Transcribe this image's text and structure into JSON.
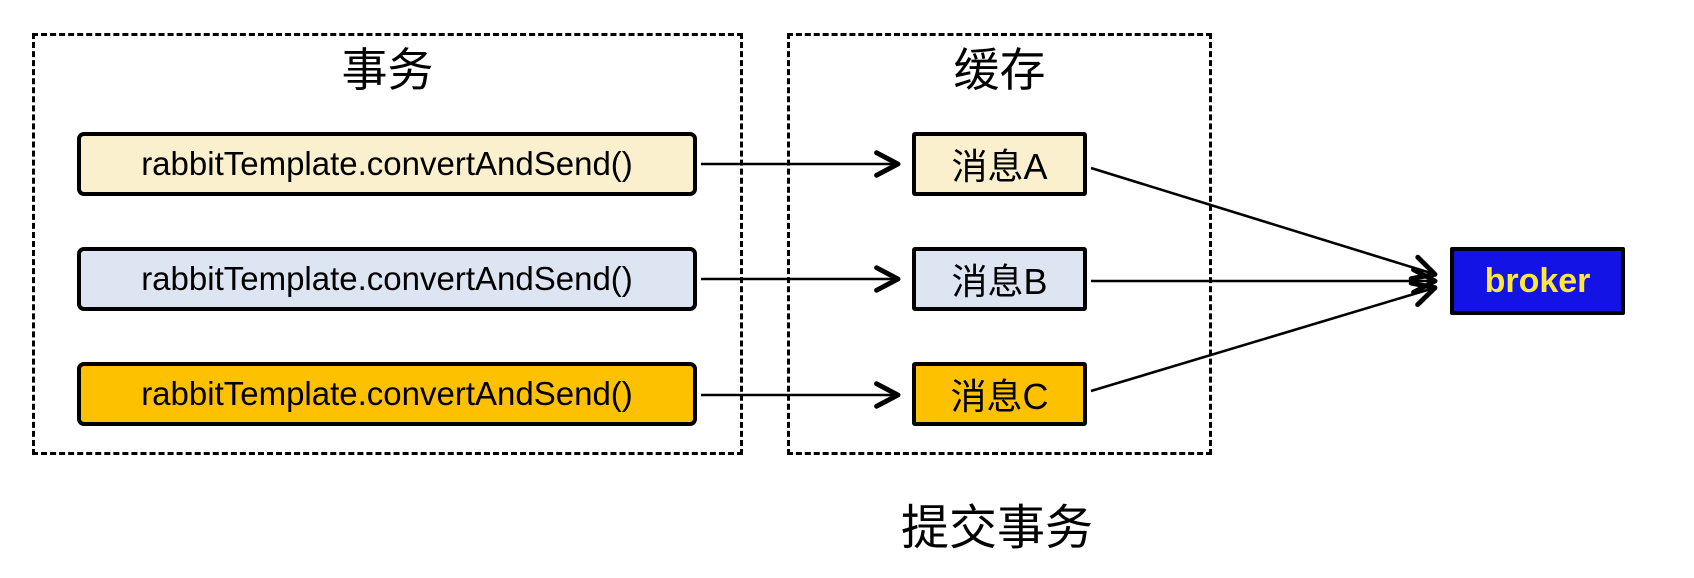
{
  "diagram": {
    "transaction_group": {
      "title": "事务",
      "calls": [
        {
          "label": "rabbitTemplate.convertAndSend()",
          "bg": "#FBF0CD"
        },
        {
          "label": "rabbitTemplate.convertAndSend()",
          "bg": "#DCE5F1"
        },
        {
          "label": "rabbitTemplate.convertAndSend()",
          "bg": "#FEC100"
        }
      ]
    },
    "cache_group": {
      "title": "缓存",
      "messages": [
        {
          "label": "消息A",
          "bg": "#FBF0CD"
        },
        {
          "label": "消息B",
          "bg": "#DCE5F1"
        },
        {
          "label": "消息C",
          "bg": "#FEC100"
        }
      ]
    },
    "broker": {
      "label": "broker",
      "bg": "#1313E6",
      "text_color": "#FFE83A"
    },
    "caption": "提交事务",
    "colors": {
      "line": "#000000",
      "border": "#000000",
      "background": "#FFFFFF"
    }
  }
}
